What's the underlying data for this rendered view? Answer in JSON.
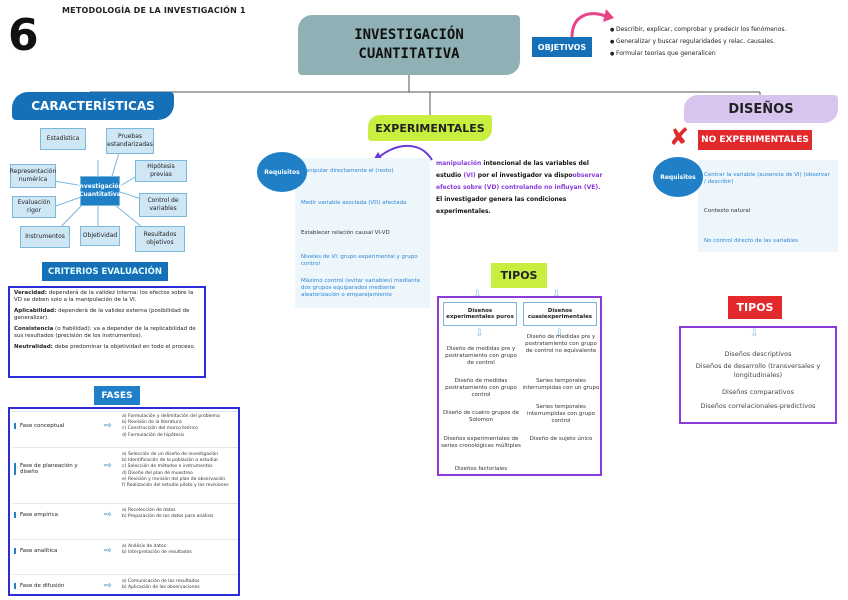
{
  "header": {
    "number": "6",
    "subtitle": "METODOLOGÍA DE LA INVESTIGACIÓN 1",
    "main_line1": "INVESTIGACIÓN",
    "main_line2": "CUANTITATIVA",
    "objetivos_label": "OBJETIVOS",
    "objetivos": [
      "Describir, explicar, comprobar y predecir los fenómenos.",
      "Generalizar y buscar regularidades y relac. causales.",
      "Formular teorías que generalicen"
    ]
  },
  "caracteristicas": {
    "title": "CARACTERÍSTICAS",
    "hub": "Investigación Cuantitativa",
    "nodes": [
      "Estadística",
      "Pruebas estandarizadas",
      "Representación numérica",
      "Hipótesis previas",
      "Evaluación rigor",
      "Control de variables",
      "Instrumentos",
      "Objetividad",
      "Resultados objetivos"
    ],
    "criterios_title": "CRITERIOS EVALUACIÓN",
    "criterios": [
      {
        "label": "Veracidad:",
        "text": "dependerá de la validez interna: los efectos sobre la VD se deben solo a la manipulación de la VI."
      },
      {
        "label": "Aplicabilidad:",
        "text": "dependerá de la validez externa (posibilidad de generalizar)."
      },
      {
        "label": "Consistencia",
        "text": "(o fiabilidad): va a depender de la replicabilidad de sus resultados (precisión de los instrumentos)."
      },
      {
        "label": "Neutralidad:",
        "text": "debe predominar la objetividad en todo el proceso."
      }
    ]
  },
  "fases": {
    "title": "FASES",
    "rows": [
      {
        "label": "Fase conceptual",
        "items": [
          "a) Formulación y delimitación del problema",
          "b) Revisión de la literatura",
          "c) Construcción del marco teórico",
          "d) Formulación de hipótesis"
        ]
      },
      {
        "label": "Fase de planeación y diseño",
        "items": [
          "a) Selección de un diseño de investigación",
          "b) Identificación de la población a estudiar",
          "c) Selección de métodos e instrumentos",
          "d) Diseño del plan de muestreo",
          "e) Revisión y revisión del plan de observación",
          "f) Realización del estudio piloto y las revisiones"
        ]
      },
      {
        "label": "Fase empírica",
        "items": [
          "a) Recolección de datos",
          "b) Preparación de los datos para análisis"
        ]
      },
      {
        "label": "Fase analítica",
        "items": [
          "a) Análisis de datos",
          "b) Interpretación de resultados"
        ]
      },
      {
        "label": "Fase de difusión",
        "items": [
          "a) Comunicación de los resultados",
          "b) Aplicación de las observaciones"
        ]
      }
    ]
  },
  "experimentales": {
    "title": "EXPERIMENTALES",
    "requisitos_label": "Requisitos",
    "requisitos": [
      "Manipular directamente el (resto)",
      "Medir variable asociada (VD) afectada",
      "Establecer relación causal VI-VD",
      "Niveles de VI: grupo experimental y grupo control",
      "Máximo control (evitar variables) mediante dos grupos equiparados mediante aleatorización o emparejamiento"
    ],
    "explanation_p1": "manipulación",
    "explanation_p2": " intencional de las variables del estudio ",
    "explanation_p3": "(VI)",
    "explanation_p4": " por el investigador va dispo",
    "explanation_p5": "observar efectos sobre (VD) controlando no influyan (VE).",
    "explanation_p6": " El investigador genera las condiciones experimentales.",
    "tipos_title": "TIPOS",
    "col1_header": "Diseños experimentales puros",
    "col2_header": "Diseños cuasiexperimentales",
    "col1": [
      "Diseño de medidas pre y postratamiento con grupo de control",
      "Diseño de medidas postratamiento con grupo control",
      "Diseño de cuatro grupos de Solomon",
      "Diseños experimentales de series cronológicas múltiples",
      "Diseños factoriales"
    ],
    "col2": [
      "Diseño de medidas pre y postratamiento con grupo de control no equivalente",
      "Series temporales interrumpidas con un grupo",
      "Series temporales interrumpidas con grupo control",
      "Diseño de sujeto único"
    ]
  },
  "disenos": {
    "title": "DISEÑOS",
    "noexp_title": "NO EXPERIMENTALES",
    "requisitos_label": "Requisitos",
    "requisitos": [
      "Centrar la variable (ausencia de VI) (observar / describir)",
      "Contexto natural",
      "No control directo de las variables"
    ],
    "tipos_title": "TIPOS",
    "tipos": [
      "Diseños descriptivos",
      "Diseños de desarrollo (transversales y longitudinales)",
      "Diseños comparativos",
      "Diseños correlacionales-predictivos"
    ]
  }
}
